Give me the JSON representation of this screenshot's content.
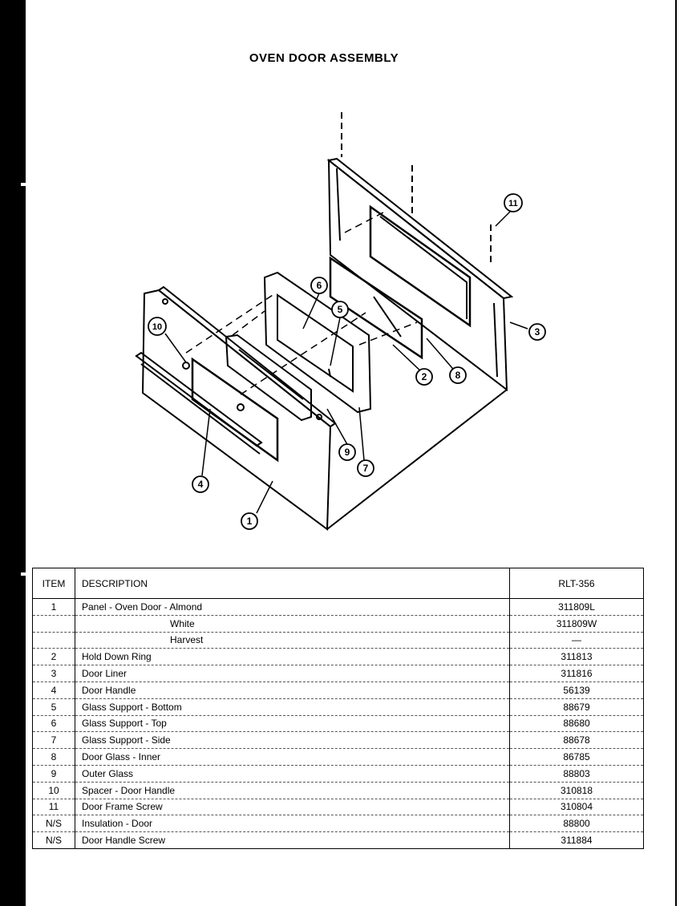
{
  "title": "OVEN DOOR ASSEMBLY",
  "diagram": {
    "callouts": [
      "1",
      "2",
      "3",
      "4",
      "5",
      "6",
      "7",
      "8",
      "9",
      "10",
      "11"
    ]
  },
  "table": {
    "headers": {
      "item": "ITEM",
      "description": "DESCRIPTION",
      "model": "RLT-356"
    },
    "rows": [
      {
        "item": "1",
        "description": "Panel - Oven Door - Almond",
        "part": "311809L",
        "indent": false
      },
      {
        "item": "",
        "description": "White",
        "part": "311809W",
        "indent": true
      },
      {
        "item": "",
        "description": "Harvest",
        "part": "—",
        "indent": true
      },
      {
        "item": "2",
        "description": "Hold Down Ring",
        "part": "311813",
        "indent": false
      },
      {
        "item": "3",
        "description": "Door Liner",
        "part": "311816",
        "indent": false
      },
      {
        "item": "4",
        "description": "Door Handle",
        "part": "56139",
        "indent": false
      },
      {
        "item": "5",
        "description": "Glass Support - Bottom",
        "part": "88679",
        "indent": false
      },
      {
        "item": "6",
        "description": "Glass Support - Top",
        "part": "88680",
        "indent": false
      },
      {
        "item": "7",
        "description": "Glass Support - Side",
        "part": "88678",
        "indent": false
      },
      {
        "item": "8",
        "description": "Door Glass - Inner",
        "part": "86785",
        "indent": false
      },
      {
        "item": "9",
        "description": "Outer Glass",
        "part": "88803",
        "indent": false
      },
      {
        "item": "10",
        "description": "Spacer - Door Handle",
        "part": "310818",
        "indent": false
      },
      {
        "item": "11",
        "description": "Door Frame Screw",
        "part": "310804",
        "indent": false
      },
      {
        "item": "N/S",
        "description": "Insulation - Door",
        "part": "88800",
        "indent": false
      },
      {
        "item": "N/S",
        "description": "Door Handle Screw",
        "part": "311884",
        "indent": false
      }
    ]
  }
}
